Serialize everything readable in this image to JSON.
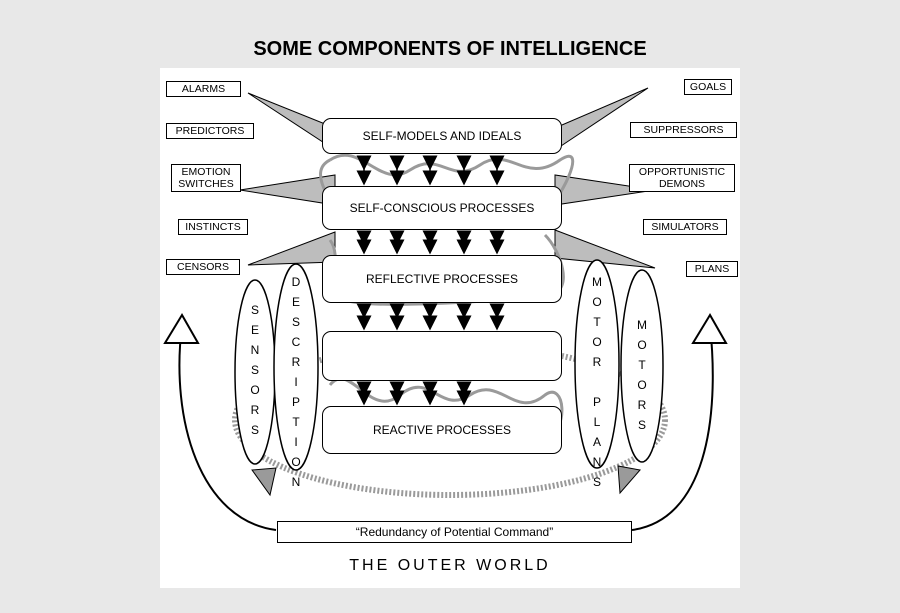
{
  "title": "SOME COMPONENTS OF INTELLIGENCE",
  "left_boxes": [
    {
      "label": "ALARMS"
    },
    {
      "label": "PREDICTORS"
    },
    {
      "label": "EMOTION SWITCHES"
    },
    {
      "label": "INSTINCTS"
    },
    {
      "label": "CENSORS"
    }
  ],
  "right_boxes": [
    {
      "label": "GOALS"
    },
    {
      "label": "SUPPRESSORS"
    },
    {
      "label": "OPPORTUNISTIC DEMONS"
    },
    {
      "label": "SIMULATORS"
    },
    {
      "label": "PLANS"
    }
  ],
  "layers": [
    {
      "label": "SELF-MODELS AND IDEALS"
    },
    {
      "label": "SELF-CONSCIOUS PROCESSES"
    },
    {
      "label": "REFLECTIVE PROCESSES"
    },
    {
      "label": ""
    },
    {
      "label": "REACTIVE PROCESSES"
    }
  ],
  "ovals": {
    "sensors": "S E N S O R S",
    "description": "D E S C R I P T I O N",
    "motor_plans": "M O T O R  P L A N S",
    "motors": "M O T O R S"
  },
  "redundancy": "“Redundancy of Potential Command”",
  "outer_world": "THE OUTER WORLD"
}
